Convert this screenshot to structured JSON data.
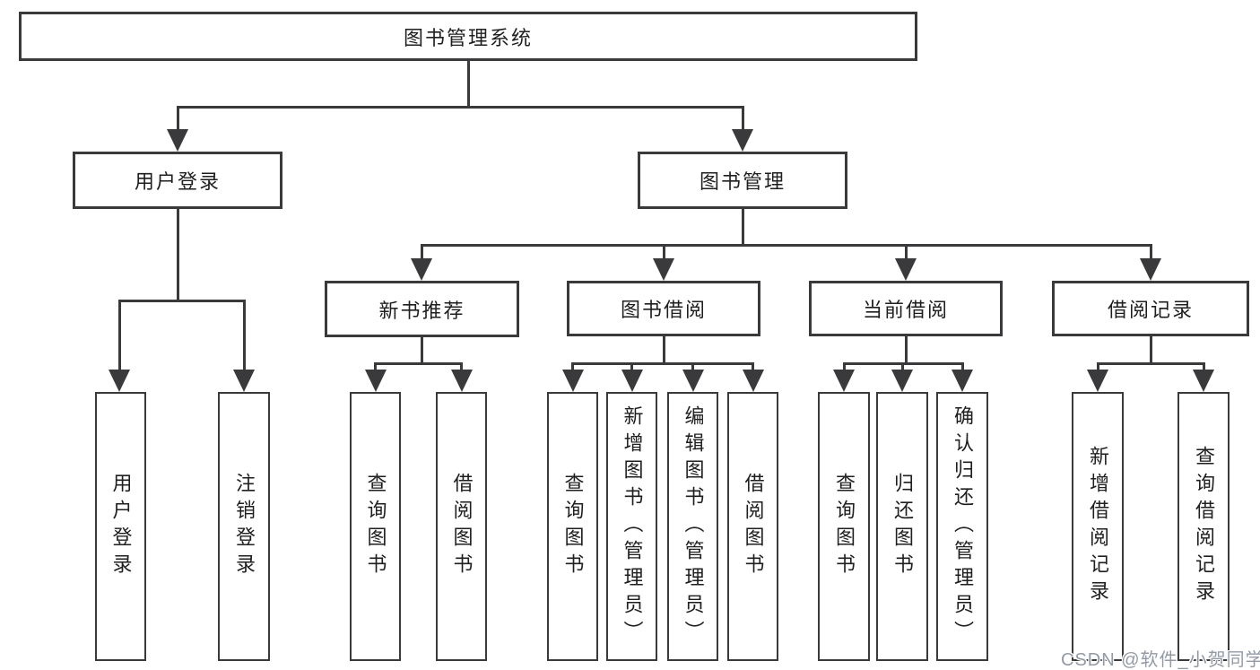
{
  "tree": {
    "root": "图书管理系统",
    "children": [
      {
        "label": "用户登录",
        "children": [
          "用户登录",
          "注销登录"
        ]
      },
      {
        "label": "图书管理",
        "children": [
          {
            "label": "新书推荐",
            "children": [
              "查询图书",
              "借阅图书"
            ]
          },
          {
            "label": "图书借阅",
            "children": [
              "查询图书",
              "新增图书（管理员）",
              "编辑图书（管理员）",
              "借阅图书"
            ]
          },
          {
            "label": "当前借阅",
            "children": [
              "查询图书",
              "归还图书",
              "确认归还（管理员）"
            ]
          },
          {
            "label": "借阅记录",
            "children": [
              "新增借阅记录",
              "查询借阅记录"
            ]
          }
        ]
      }
    ]
  },
  "watermark": {
    "text": "CSDN @软件_小贺同学"
  },
  "colors": {
    "line": "#3a3a3c",
    "border": "#3a3a3c",
    "text": "#1f1f1f",
    "watermark": "#939aa6",
    "background": "#ffffff"
  }
}
